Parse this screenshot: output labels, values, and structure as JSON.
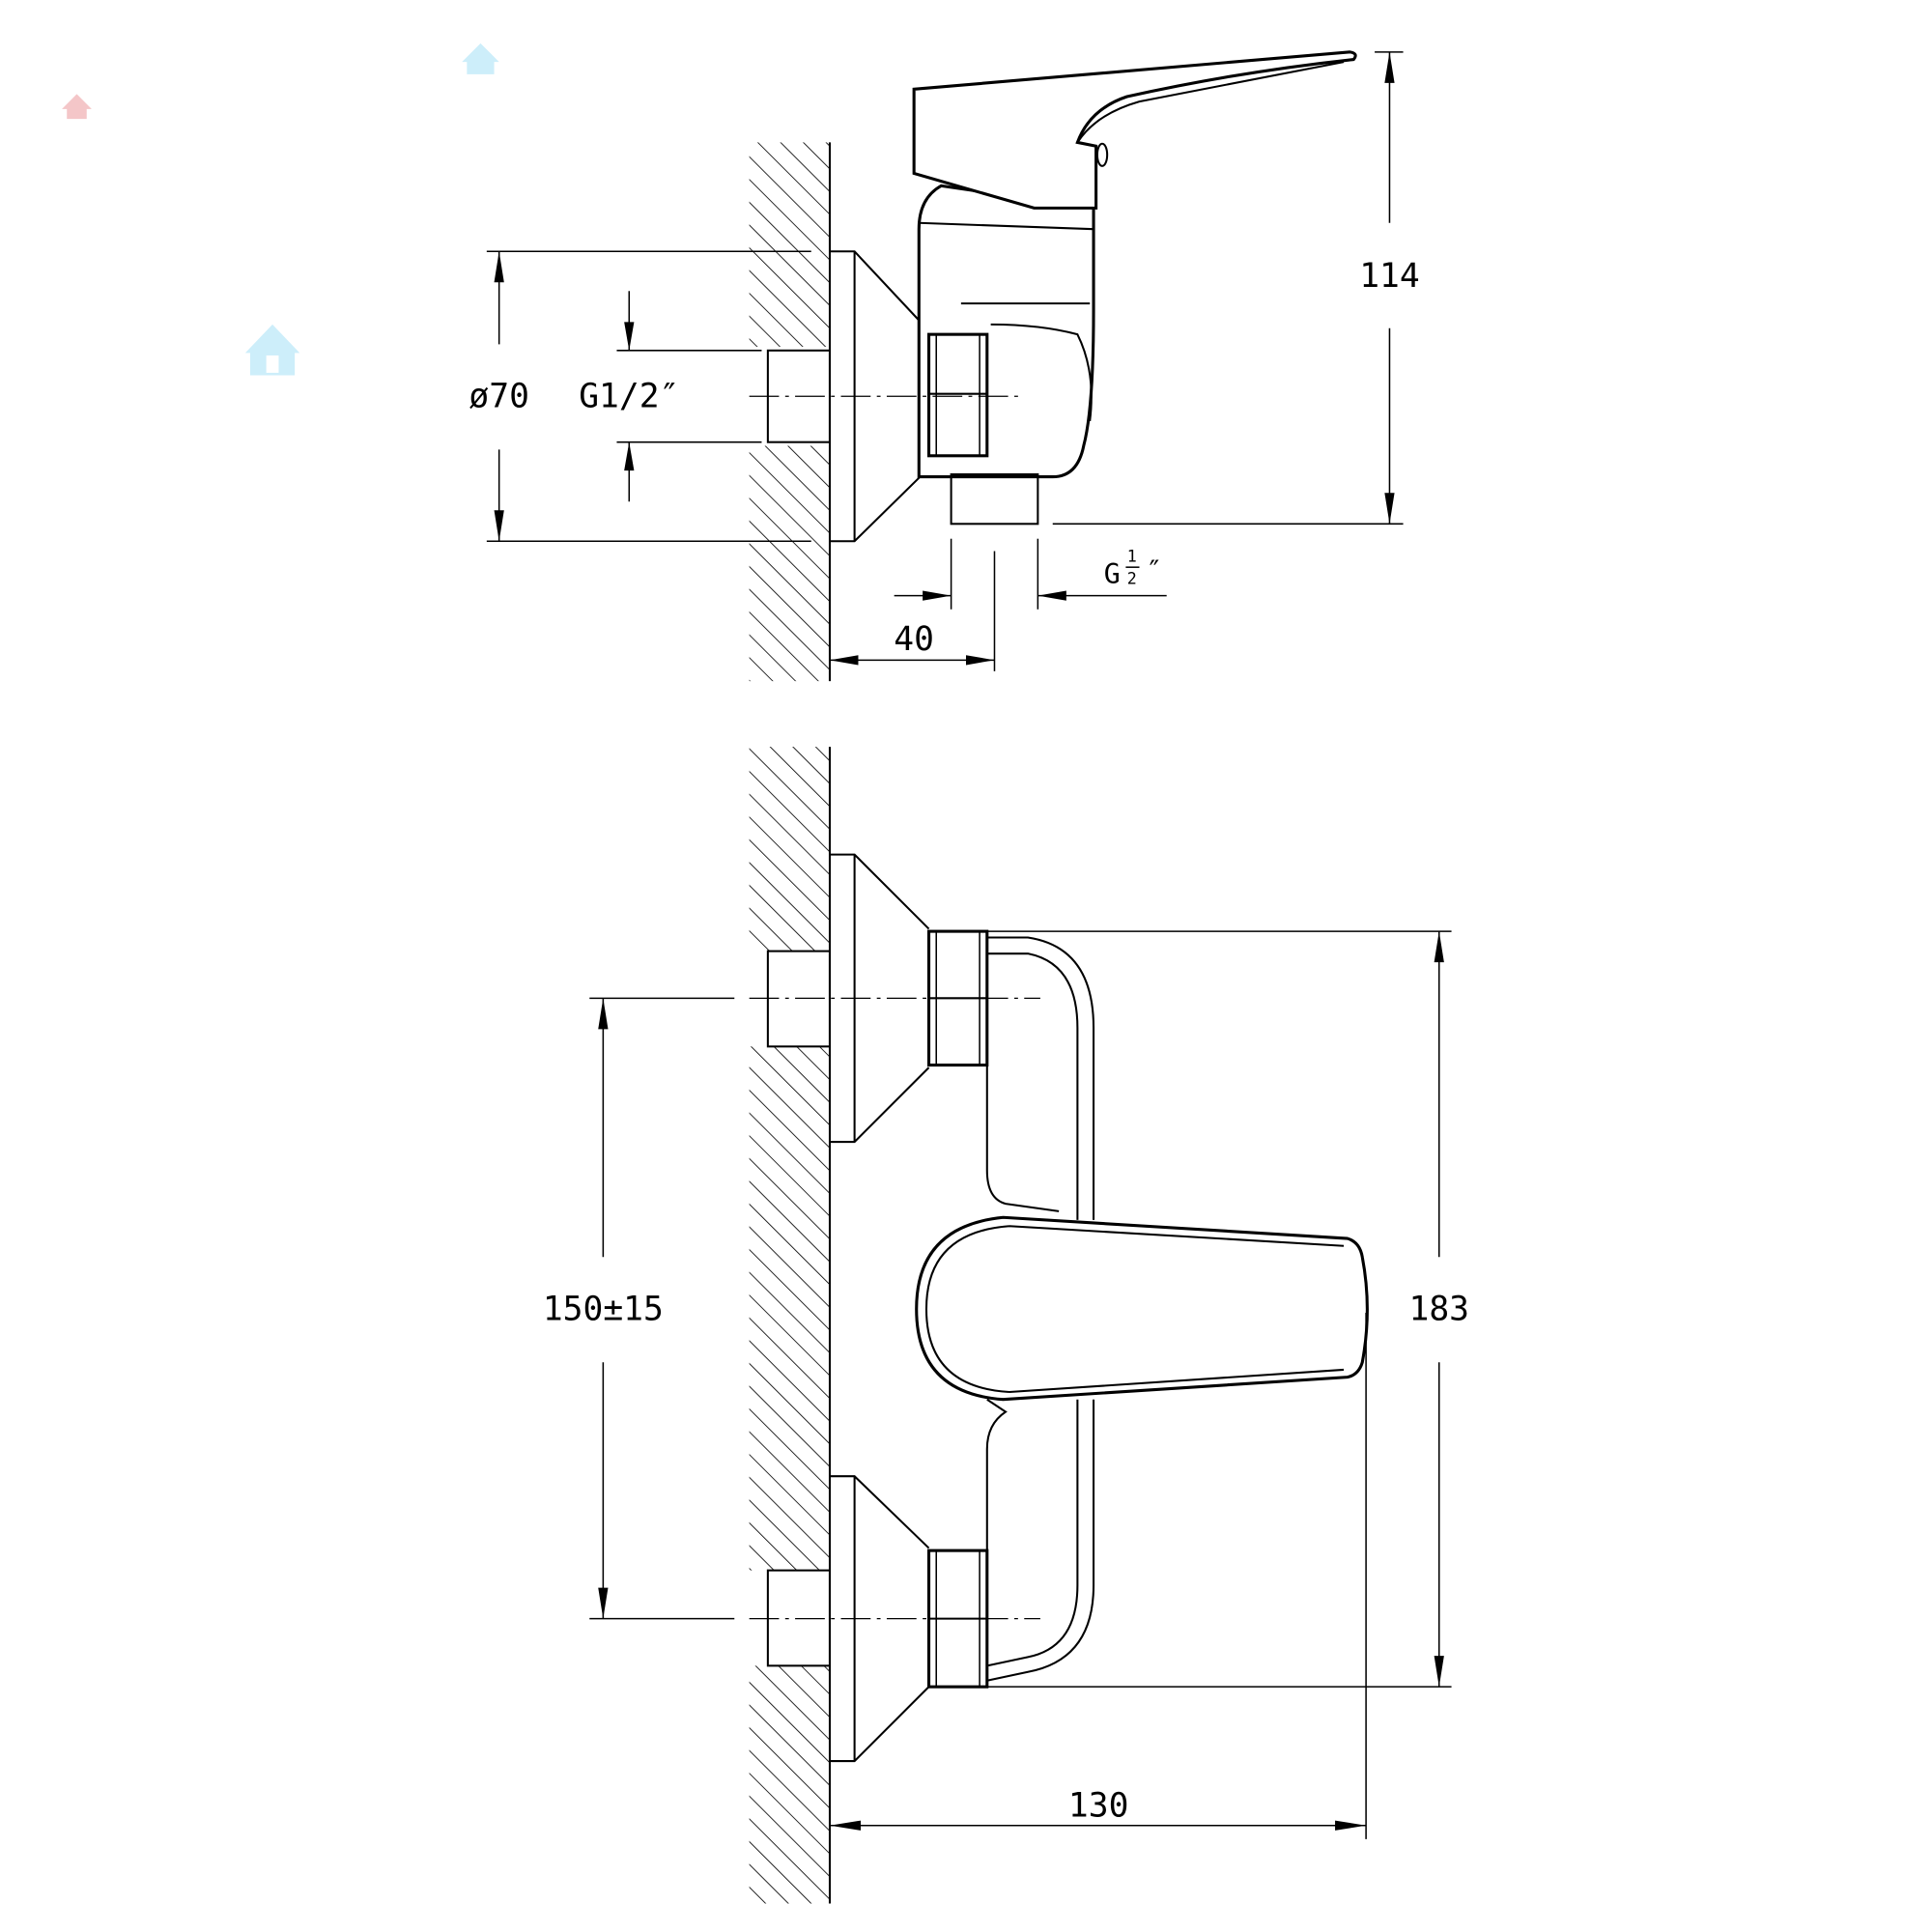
{
  "drawing": {
    "views": [
      "side-view",
      "front-view"
    ],
    "dimensions": {
      "escutcheon_diameter": "ø70",
      "inlet_thread": "G1/2″",
      "height": "114",
      "outlet_thread_prefix": "G",
      "outlet_thread_num": "1",
      "outlet_thread_den": "2",
      "outlet_thread_suffix": "″",
      "outlet_offset": "40",
      "inlet_spacing": "150±15",
      "overall_height": "183",
      "projection": "130"
    },
    "colors": {
      "line": "#000000",
      "watermark_pink": "#f4c6c8",
      "watermark_blue": "#cdeefa"
    },
    "watermarks": [
      "house-icon",
      "house-icon",
      "house-icon"
    ]
  }
}
